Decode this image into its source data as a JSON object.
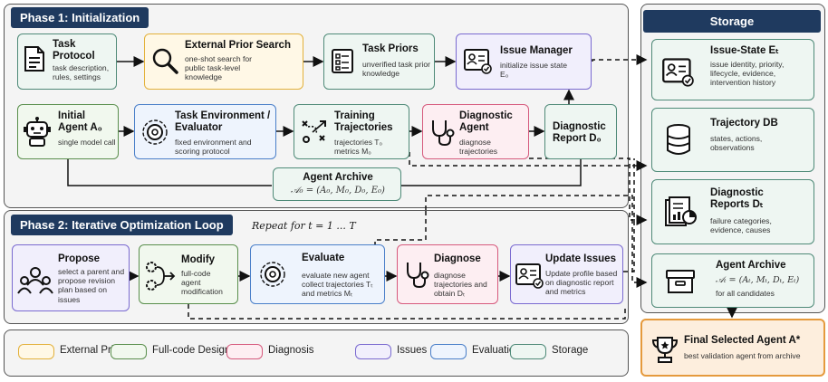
{
  "phase1": {
    "title": "Phase 1: Initialization"
  },
  "phase2": {
    "title": "Phase 2: Iterative Optimization Loop",
    "repeat": "Repeat for t = 1 ... T"
  },
  "storage": {
    "title": "Storage"
  },
  "nodes": {
    "task_protocol": {
      "title": "Task Protocol",
      "desc": "task description, rules, settings",
      "icon": "document-icon"
    },
    "external_search": {
      "title": "External Prior Search",
      "desc": "one-shot search for public task-level knowledge",
      "icon": "search-icon"
    },
    "task_priors": {
      "title": "Task Priors",
      "desc": "unverified task prior knowledge",
      "icon": "checklist-icon"
    },
    "issue_manager": {
      "title": "Issue Manager",
      "desc": "initialize issue state E₀",
      "icon": "profile-card-icon"
    },
    "initial_agent": {
      "title": "Initial Agent A₀",
      "desc": "single model call",
      "icon": "robot-icon"
    },
    "task_env": {
      "title": "Task Environment / Evaluator",
      "desc": "fixed environment and scoring protocol",
      "icon": "gear-icon"
    },
    "training_traj": {
      "title": "Training Trajectories",
      "desc": "trajectories T₀ metrics M₀",
      "icon": "strategy-icon"
    },
    "diagnostic_agent": {
      "title": "Diagnostic Agent",
      "desc": "diagnose trajectories",
      "icon": "stethoscope-icon"
    },
    "diagnostic_report": {
      "title": "Diagnostic Report D₀"
    },
    "agent_archive_p1": {
      "title": "Agent Archive",
      "formula": "𝒜₀ = (A₀, M₀, D₀, E₀)"
    },
    "propose": {
      "title": "Propose",
      "desc": "select a parent and propose revision plan based on issues",
      "icon": "team-icon"
    },
    "modify": {
      "title": "Modify",
      "desc": "full-code agent modification",
      "icon": "gears-flow-icon"
    },
    "evaluate": {
      "title": "Evaluate",
      "desc": "evaluate new agent collect trajectories Tₜ and metrics Mₜ",
      "icon": "gear-icon"
    },
    "diagnose": {
      "title": "Diagnose",
      "desc": "diagnose trajectories and obtain Dₜ",
      "icon": "stethoscope-icon"
    },
    "update_issues": {
      "title": "Update Issues",
      "desc": "Update profile based on diagnostic report and metrics",
      "icon": "profile-card-icon"
    },
    "issue_state": {
      "title": "Issue-State Eₜ",
      "desc": "issue identity, priority, lifecycle, evidence, intervention history",
      "icon": "profile-card-icon"
    },
    "trajectory_db": {
      "title": "Trajectory DB",
      "desc": "states, actions, observations",
      "icon": "database-icon"
    },
    "diag_reports": {
      "title": "Diagnostic Reports Dₜ",
      "desc": "failure categories, evidence, causes",
      "icon": "report-chart-icon"
    },
    "agent_archive_st": {
      "title": "Agent Archive",
      "formula": "𝒜ₜ = (Aₜ, Mₜ, Dₜ, Eₜ)",
      "desc": "for all candidates",
      "icon": "archive-box-icon"
    },
    "final_agent": {
      "title": "Final Selected Agent A*",
      "desc": "best validation agent from archive",
      "icon": "trophy-icon"
    }
  },
  "legend": [
    {
      "label": "External Prior",
      "color": "#e3b13b",
      "fill": "#fff8e6"
    },
    {
      "label": "Full-code Design",
      "color": "#5a8f4d",
      "fill": "#f1f8ee"
    },
    {
      "label": "Diagnosis",
      "color": "#d65a7d",
      "fill": "#fdeef2"
    },
    {
      "label": "Issues",
      "color": "#7a6ad0",
      "fill": "#f1effc"
    },
    {
      "label": "Evaluation",
      "color": "#4a7fc9",
      "fill": "#eef4fd"
    },
    {
      "label": "Storage",
      "color": "#4f8a78",
      "fill": "#eef6f2"
    }
  ]
}
